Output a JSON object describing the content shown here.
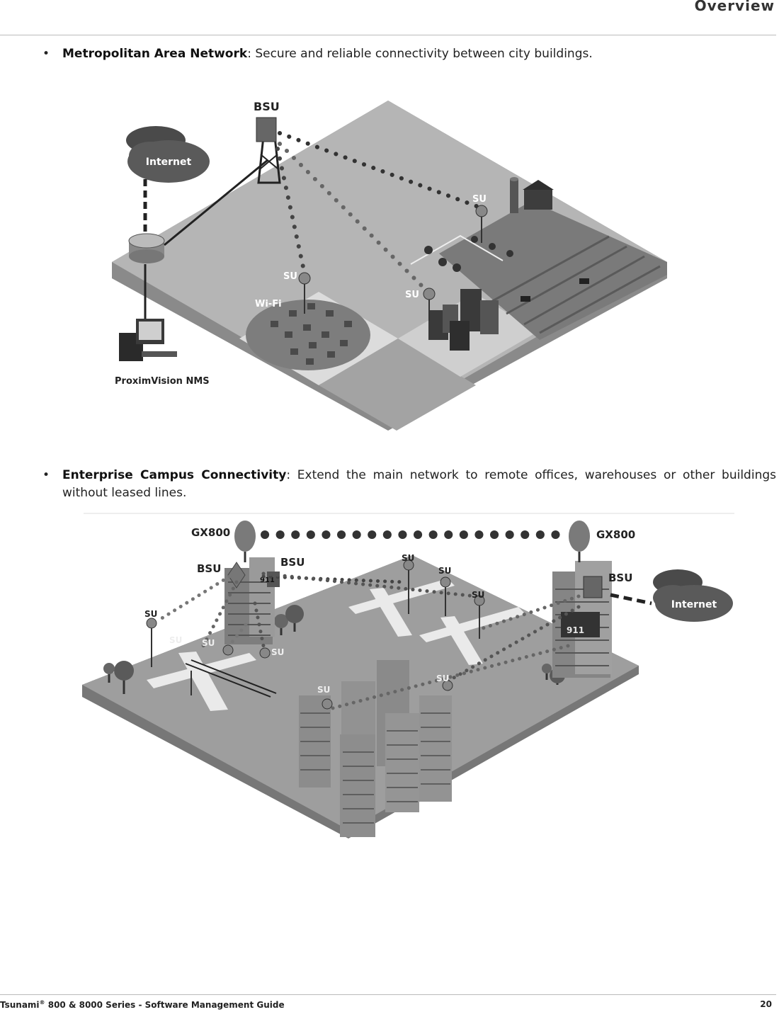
{
  "header": {
    "title": "Overview"
  },
  "sections": [
    {
      "bullet": "•",
      "term": "Metropolitan Area Network",
      "desc": ": Secure and reliable connectivity between city buildings."
    },
    {
      "bullet": "•",
      "term": "Enterprise Campus Connectivity",
      "desc": ": Extend the main network to remote offices, warehouses or other buildings without leased lines."
    }
  ],
  "figure1": {
    "bsu": "BSU",
    "internet": "Internet",
    "su_farm": "SU",
    "su_wifi": "SU",
    "su_city": "SU",
    "wifi": "Wi-Fi",
    "nms": "ProximVision NMS"
  },
  "figure2": {
    "gx_left": "GX800",
    "gx_right": "GX800",
    "bsu_left_a": "BSU",
    "bsu_left_b": "BSU",
    "bsu_right": "BSU",
    "internet": "Internet",
    "su_left": "SU",
    "su_mid_a": "SU",
    "su_mid_b": "SU",
    "su_mid_c": "SU",
    "su_top_a": "SU",
    "su_top_b": "SU",
    "su_top_c": "SU",
    "su_bottom_a": "SU",
    "su_bottom_b": "SU",
    "sign_a": "911",
    "sign_b": "911"
  },
  "footer": {
    "product": "Tsunami",
    "reg": "®",
    "rest": " 800 & 8000 Series - Software Management Guide",
    "page": "20"
  }
}
